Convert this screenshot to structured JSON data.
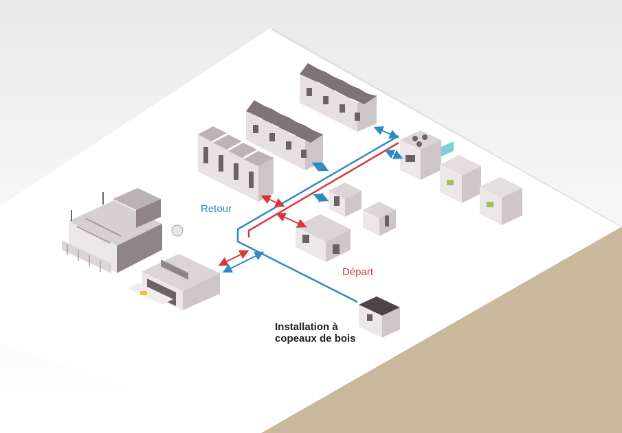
{
  "labels": {
    "return_line": "Retour",
    "supply_line": "Départ",
    "plant_line1": "Installation à",
    "plant_line2": "copeaux de bois"
  },
  "colors": {
    "supply": "#d8363c",
    "return": "#2e8bc0",
    "ground": "#c8b89c",
    "platform": "#ffffff",
    "building_light": "#ece7e8",
    "building_mid": "#d7d0d3",
    "building_dark": "#a59ba0",
    "roof": "#7e7478",
    "window": "#6b6266"
  },
  "icons": {
    "arrow": "double-headed-arrow-icon"
  }
}
